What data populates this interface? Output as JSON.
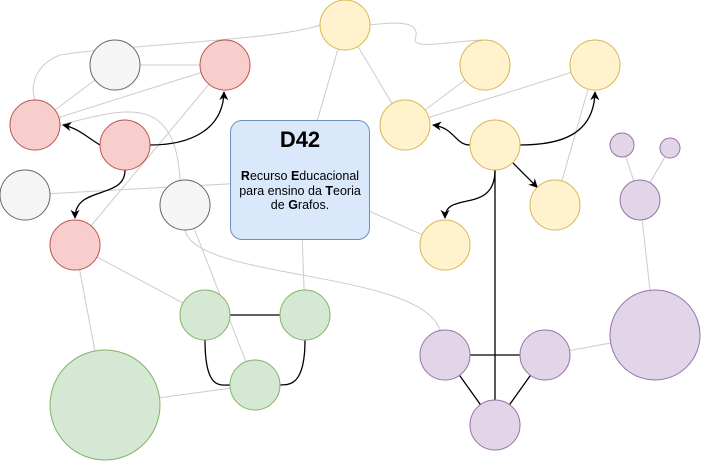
{
  "card": {
    "title": "D42",
    "lines": [
      [
        {
          "t": "R",
          "b": true
        },
        {
          "t": "ecurso ",
          "b": false
        },
        {
          "t": "E",
          "b": true
        },
        {
          "t": "ducacional",
          "b": false
        }
      ],
      [
        {
          "t": "para ensino da ",
          "b": false
        },
        {
          "t": "T",
          "b": true
        },
        {
          "t": "eoria",
          "b": false
        }
      ],
      [
        {
          "t": "de ",
          "b": false
        },
        {
          "t": "G",
          "b": true
        },
        {
          "t": "rafos.",
          "b": false
        }
      ]
    ],
    "fill": "#dae8fc",
    "stroke": "#6c8ebf"
  },
  "palette": {
    "gray": {
      "fill": "#f5f5f5",
      "stroke": "#666666"
    },
    "red": {
      "fill": "#f8cecc",
      "stroke": "#b85450"
    },
    "yellow": {
      "fill": "#fff2cc",
      "stroke": "#d6b656"
    },
    "green": {
      "fill": "#d5e8d4",
      "stroke": "#82b366"
    },
    "purple": {
      "fill": "#e1d5e7",
      "stroke": "#9673a6"
    }
  },
  "nodes": [
    {
      "id": "g1",
      "color": "gray"
    },
    {
      "id": "g2",
      "color": "gray"
    },
    {
      "id": "g3",
      "color": "gray"
    },
    {
      "id": "r1",
      "color": "red"
    },
    {
      "id": "r2",
      "color": "red"
    },
    {
      "id": "r3",
      "color": "red"
    },
    {
      "id": "r4",
      "color": "red"
    },
    {
      "id": "y1",
      "color": "yellow"
    },
    {
      "id": "y2",
      "color": "yellow"
    },
    {
      "id": "y3",
      "color": "yellow"
    },
    {
      "id": "y4",
      "color": "yellow"
    },
    {
      "id": "y5",
      "color": "yellow"
    },
    {
      "id": "y6",
      "color": "yellow"
    },
    {
      "id": "y7",
      "color": "yellow"
    },
    {
      "id": "gr1",
      "color": "green"
    },
    {
      "id": "gr2",
      "color": "green"
    },
    {
      "id": "gr3",
      "color": "green"
    },
    {
      "id": "gr4",
      "color": "green"
    },
    {
      "id": "p1",
      "color": "purple"
    },
    {
      "id": "p2",
      "color": "purple"
    },
    {
      "id": "p3",
      "color": "purple"
    },
    {
      "id": "p4",
      "color": "purple"
    },
    {
      "id": "p5",
      "color": "purple"
    },
    {
      "id": "p6",
      "color": "purple"
    },
    {
      "id": "p7",
      "color": "purple"
    }
  ],
  "edges": [
    {
      "from": "r4",
      "to": "r1",
      "kind": "arrow"
    },
    {
      "from": "r4",
      "to": "r3",
      "kind": "arrow"
    },
    {
      "from": "r4",
      "to": "r2",
      "kind": "arrow"
    },
    {
      "from": "y5",
      "to": "y6",
      "kind": "arrow"
    },
    {
      "from": "y5",
      "to": "y3",
      "kind": "arrow"
    },
    {
      "from": "y5",
      "to": "y7",
      "kind": "arrow"
    },
    {
      "from": "y5",
      "to": "p3",
      "kind": "solid"
    },
    {
      "from": "gr1",
      "to": "gr2",
      "kind": "solid"
    },
    {
      "from": "gr1",
      "to": "gr3",
      "kind": "solid"
    },
    {
      "from": "gr2",
      "to": "gr3",
      "kind": "solid"
    },
    {
      "from": "p1",
      "to": "p2",
      "kind": "solid"
    },
    {
      "from": "p1",
      "to": "p3",
      "kind": "solid"
    },
    {
      "from": "p2",
      "to": "p3",
      "kind": "solid"
    },
    {
      "from": "g1",
      "to": "r2",
      "kind": "light"
    },
    {
      "from": "g1",
      "to": "r1",
      "kind": "light"
    },
    {
      "from": "r2",
      "to": "r1",
      "kind": "light"
    },
    {
      "from": "r1",
      "to": "r3",
      "kind": "light"
    },
    {
      "from": "r2",
      "to": "g3",
      "kind": "light"
    },
    {
      "from": "g2",
      "to": "card",
      "kind": "light"
    },
    {
      "from": "r3",
      "to": "gr1",
      "kind": "light"
    },
    {
      "from": "r3",
      "to": "gr4",
      "kind": "light"
    },
    {
      "from": "gr4",
      "to": "gr3",
      "kind": "light"
    },
    {
      "from": "g3",
      "to": "gr3",
      "kind": "light"
    },
    {
      "from": "g3",
      "to": "p1",
      "kind": "light"
    },
    {
      "from": "y1",
      "to": "card",
      "kind": "light"
    },
    {
      "from": "y1",
      "to": "y2",
      "kind": "light"
    },
    {
      "from": "y1",
      "to": "y4",
      "kind": "light"
    },
    {
      "from": "y1",
      "to": "r2",
      "kind": "light"
    },
    {
      "from": "y2",
      "to": "y4",
      "kind": "light"
    },
    {
      "from": "y3",
      "to": "y4",
      "kind": "light"
    },
    {
      "from": "card",
      "to": "y6",
      "kind": "light"
    },
    {
      "from": "card",
      "to": "gr2",
      "kind": "light"
    },
    {
      "from": "y3",
      "to": "y7",
      "kind": "light"
    },
    {
      "from": "p4",
      "to": "p2",
      "kind": "light"
    },
    {
      "from": "p4",
      "to": "p7",
      "kind": "light"
    },
    {
      "from": "p7",
      "to": "p5",
      "kind": "light"
    },
    {
      "from": "p7",
      "to": "p6",
      "kind": "light"
    }
  ]
}
